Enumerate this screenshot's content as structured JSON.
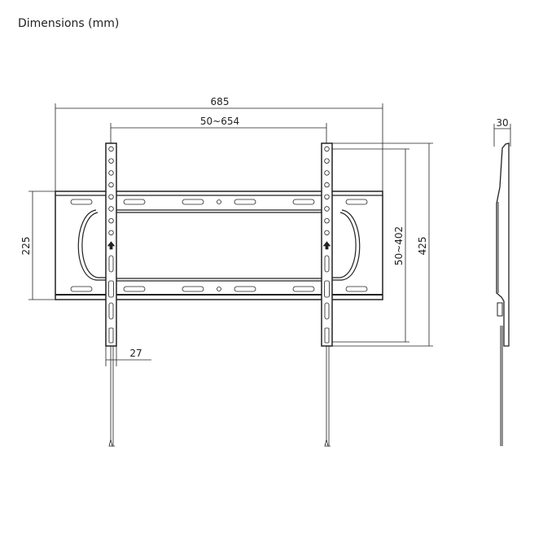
{
  "title": "Dimensions (mm)",
  "dimensions": {
    "overall_width": "685",
    "hole_spacing_horizontal": "50~654",
    "plate_height": "225",
    "hole_spacing_vertical": "50~402",
    "overall_height": "425",
    "upright_width": "27",
    "depth": "30"
  }
}
